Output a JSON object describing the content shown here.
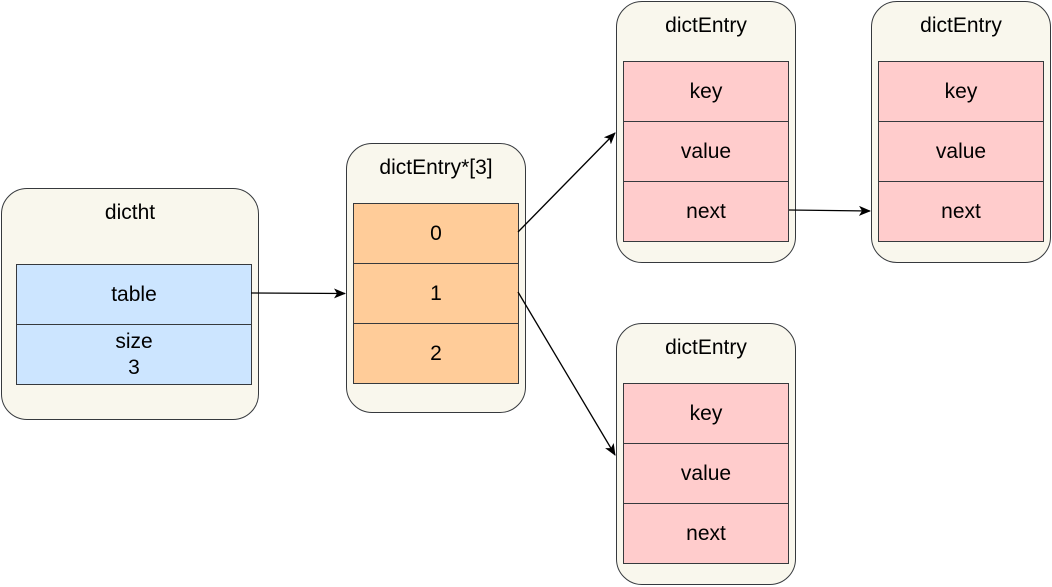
{
  "dictht": {
    "title": "dictht",
    "table_label": "table",
    "size_label": "size",
    "size_value": "3"
  },
  "array": {
    "title": "dictEntry*[3]",
    "slots": [
      "0",
      "1",
      "2"
    ]
  },
  "entries": [
    {
      "title": "dictEntry",
      "key": "key",
      "value": "value",
      "next": "next"
    },
    {
      "title": "dictEntry",
      "key": "key",
      "value": "value",
      "next": "next"
    },
    {
      "title": "dictEntry",
      "key": "key",
      "value": "value",
      "next": "next"
    }
  ],
  "colors": {
    "container_fill": "#f9f7ed",
    "table_fill": "#cce5ff",
    "array_fill": "#ffcc99",
    "entry_fill": "#ffcccc",
    "stroke": "#36393d"
  }
}
